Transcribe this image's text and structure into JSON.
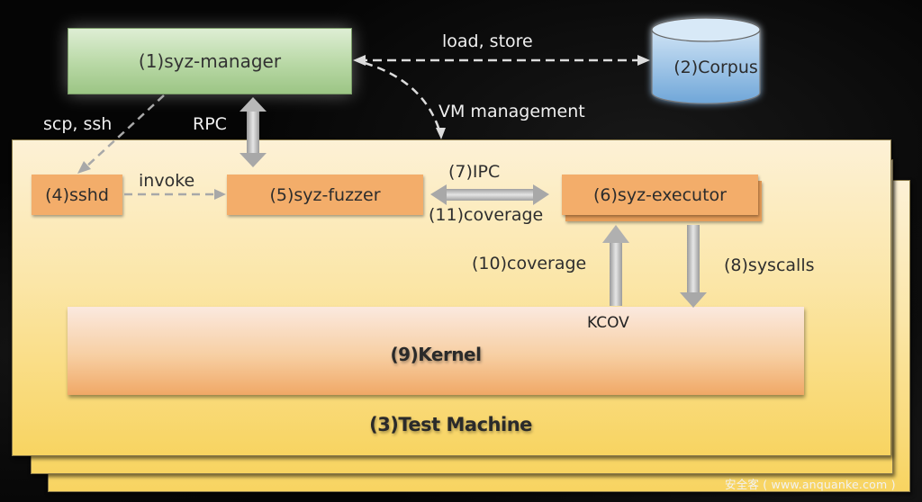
{
  "diagram": {
    "title": "syzkaller architecture",
    "nodes": {
      "syz_manager": "(1)syz-manager",
      "corpus": "(2)Corpus",
      "test_machine": "(3)Test Machine",
      "sshd": "(4)sshd",
      "syz_fuzzer": "(5)syz-fuzzer",
      "syz_executor": "(6)syz-executor",
      "kernel": "(9)Kernel"
    },
    "edges": {
      "load_store": "load, store",
      "vm_management": "VM management",
      "scp_ssh": "scp, ssh",
      "rpc": "RPC",
      "invoke": "invoke",
      "ipc": "(7)IPC",
      "coverage_11": "(11)coverage",
      "coverage_10": "(10)coverage",
      "syscalls": "(8)syscalls",
      "kcov": "KCOV"
    },
    "colors": {
      "manager": "#b8d8a5",
      "corpus": "#8fbce6",
      "process_box": "#f3ad6a",
      "test_machine": "#f8d461",
      "kernel": "#f0a866",
      "background": "#050505"
    }
  },
  "watermark": "安全客 ( www.anquanke.com )"
}
